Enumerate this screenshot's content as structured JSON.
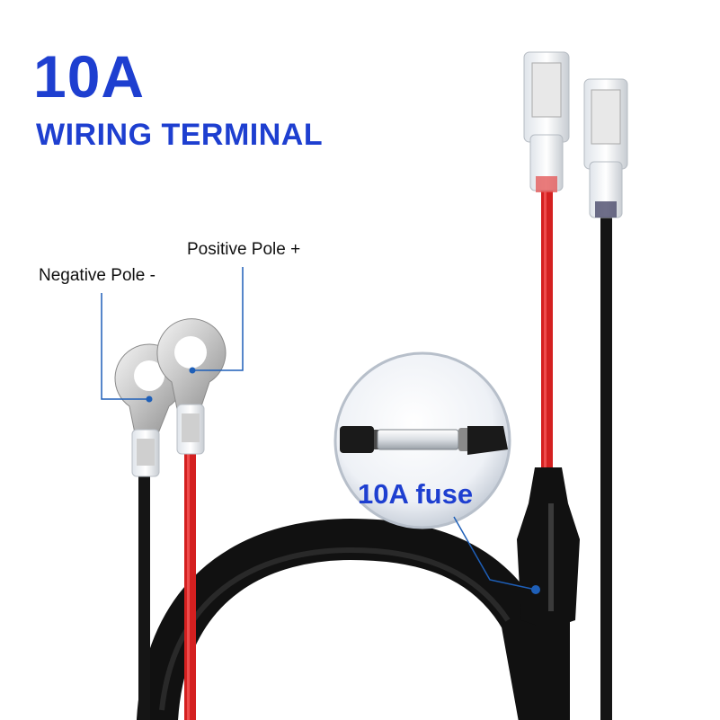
{
  "title": {
    "main": "10A",
    "sub": "WIRING TERMINAL"
  },
  "callouts": {
    "positive": "Positive Pole +",
    "negative": "Negative Pole -",
    "fuse": "10A fuse"
  },
  "colors": {
    "title": "#1e3fd0",
    "callout_line": "#1e5fb8",
    "red_wire": "#d42020",
    "black_wire": "#151515"
  }
}
